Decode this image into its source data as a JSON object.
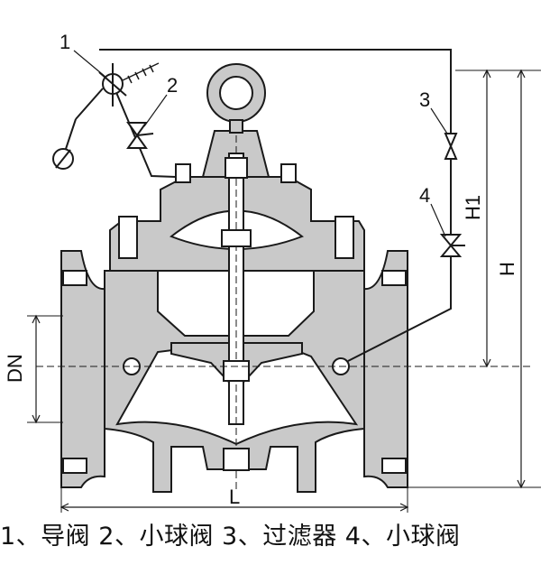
{
  "callouts": [
    {
      "number": "1"
    },
    {
      "number": "2"
    },
    {
      "number": "3"
    },
    {
      "number": "4"
    }
  ],
  "dimensions": {
    "dn": "DN",
    "h1": "H1",
    "h": "H",
    "l": "L"
  },
  "caption": "1、导阀 2、小球阀 3、过滤器 4、小球阀",
  "colors": {
    "body_fill": "#c9c9c9",
    "line": "#1a1a1a",
    "background": "#ffffff"
  }
}
